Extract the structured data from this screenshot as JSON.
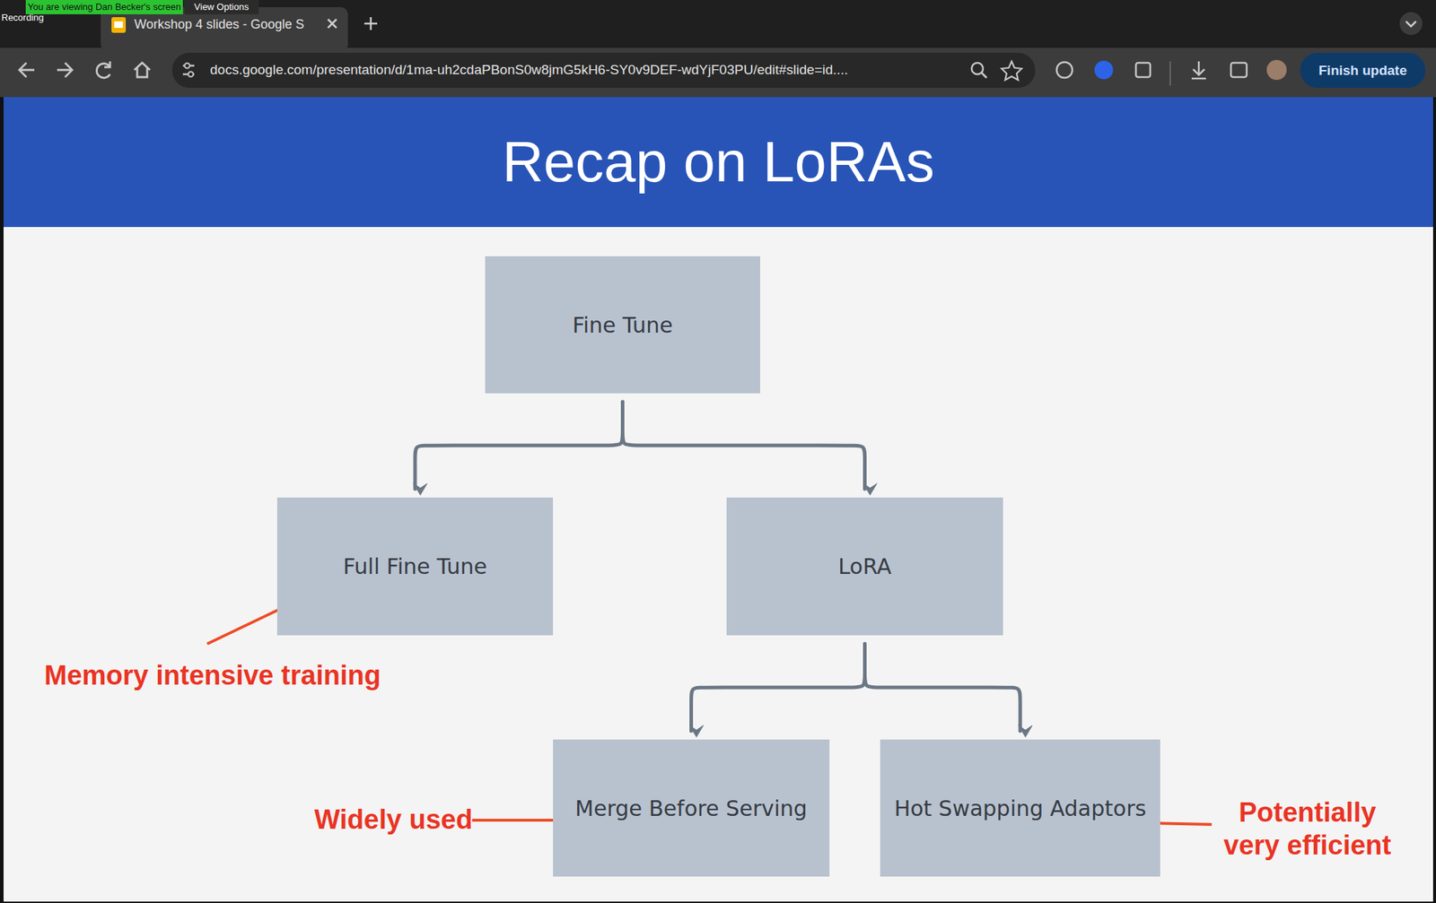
{
  "diagram": {
    "title": "Recap on LoRAs",
    "nodes": [
      {
        "text": [
          "Fine Tune"
        ]
      },
      {
        "text": [
          "Full Fine Tune"
        ]
      },
      {
        "text": [
          "LoRA"
        ]
      },
      {
        "text": [
          "Merge Before Serving"
        ]
      },
      {
        "text": [
          "Hot Swapping Adaptors"
        ]
      }
    ],
    "edges": [
      {
        "from": 0,
        "to": 1,
        "arrow": "to"
      },
      {
        "from": 0,
        "to": 2,
        "arrow": "to"
      },
      {
        "from": 2,
        "to": 3,
        "arrow": "to"
      },
      {
        "from": 2,
        "to": 4,
        "arrow": "to"
      }
    ],
    "labels": [
      "You are viewing Dan Becker's screen",
      "View Options",
      "Recording",
      "Workshop 4 slides - Google S",
      "docs.google.com/presentation/d/1ma-uh2cdaPBonS0w8jmG5kH6-SY0v9DEF-wdYjF03PU/edit#slide=id....",
      "Finish update",
      "Memory intensive training",
      "Widely used",
      "Potentially very efficient"
    ]
  }
}
